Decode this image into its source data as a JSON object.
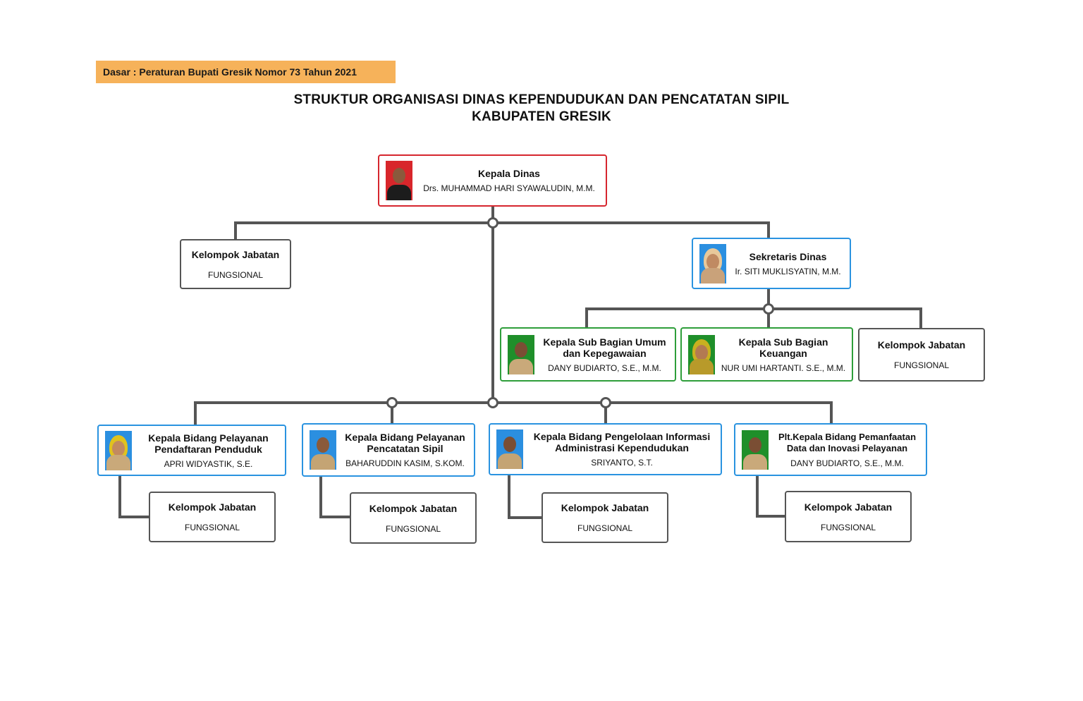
{
  "basis": "Dasar : Peraturan Bupati Gresik Nomor 73 Tahun 2021",
  "title_line1": "STRUKTUR ORGANISASI DINAS KEPENDUDUKAN DAN PENCATATAN SIPIL",
  "title_line2": "KABUPATEN GRESIK",
  "colors": {
    "head": "#d6262e",
    "bidang": "#2a93e0",
    "subbagian": "#2e9e3a",
    "fungsional": "#555555",
    "basis_bg": "#f6b25a"
  },
  "head": {
    "role": "Kepala Dinas",
    "name": "Drs. MUHAMMAD HARI SYAWALUDIN, M.M."
  },
  "fungsional_top": {
    "role": "Kelompok Jabatan",
    "name": "FUNGSIONAL"
  },
  "sekretaris": {
    "role": "Sekretaris Dinas",
    "name": "Ir. SITI MUKLISYATIN, M.M."
  },
  "subbagian": [
    {
      "role": "Kepala Sub Bagian Umum dan Kepegawaian",
      "name": "DANY BUDIARTO, S.E., M.M."
    },
    {
      "role": "Kepala Sub Bagian Keuangan",
      "name": "NUR UMI HARTANTI. S.E., M.M."
    }
  ],
  "fungsional_sek": {
    "role": "Kelompok Jabatan",
    "name": "FUNGSIONAL"
  },
  "bidang": [
    {
      "role": "Kepala Bidang Pelayanan Pendaftaran Penduduk",
      "name": "APRI WIDYASTIK, S.E."
    },
    {
      "role": "Kepala Bidang Pelayanan Pencatatan Sipil",
      "name": "BAHARUDDIN KASIM, S.KOM."
    },
    {
      "role": "Kepala Bidang Pengelolaan Informasi Administrasi Kependudukan",
      "name": "SRIYANTO, S.T."
    },
    {
      "role": "Plt.Kepala Bidang Pemanfaatan Data dan Inovasi Pelayanan",
      "name": "DANY BUDIARTO, S.E., M.M."
    }
  ],
  "fungsional_bidang": [
    {
      "role": "Kelompok Jabatan",
      "name": "FUNGSIONAL"
    },
    {
      "role": "Kelompok Jabatan",
      "name": "FUNGSIONAL"
    },
    {
      "role": "Kelompok Jabatan",
      "name": "FUNGSIONAL"
    },
    {
      "role": "Kelompok Jabatan",
      "name": "FUNGSIONAL"
    }
  ]
}
